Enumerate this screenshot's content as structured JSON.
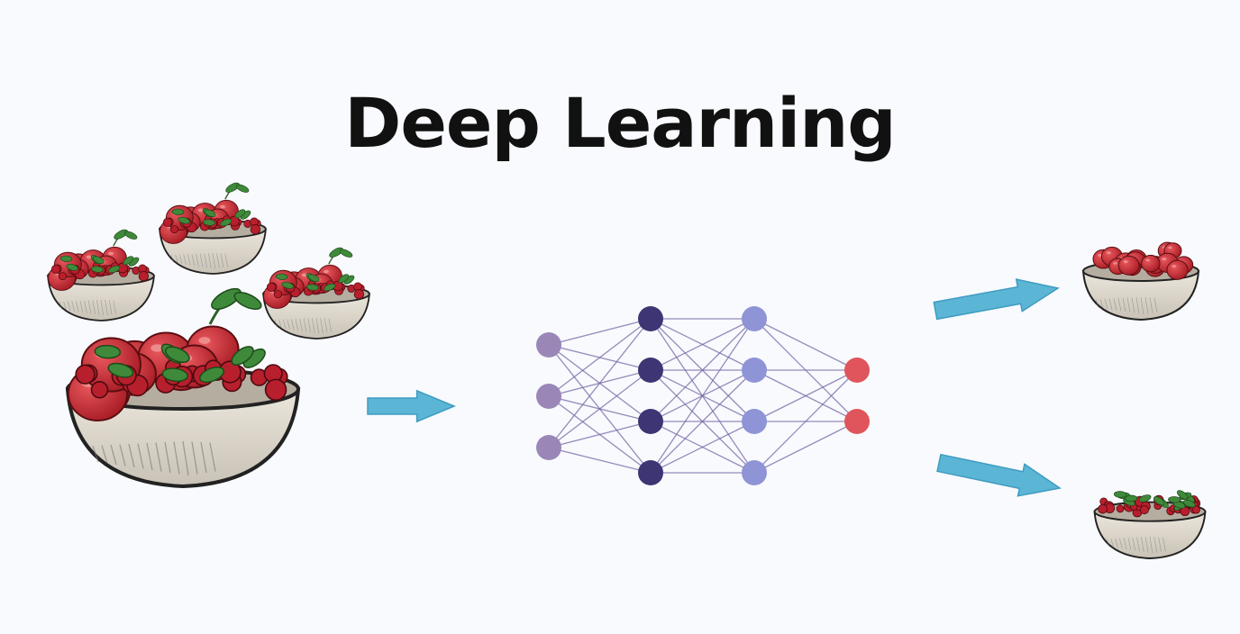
{
  "title": "Deep Learning",
  "colors": {
    "background": "#f8fafd",
    "arrow": "#5bb6d6",
    "arrow_shade": "#3f9bc1",
    "input_node": "#9a87b8",
    "hidden1_node": "#3d3574",
    "hidden2_node": "#8f94d6",
    "output_node": "#e0555b",
    "edge": "#7466a6",
    "bowl_outer": "#dad4c9",
    "bowl_inner": "#b5ada0",
    "bowl_outline": "#222222",
    "tomato": "#c92a32",
    "cherry": "#b81f2c",
    "leaf": "#3f8a3a"
  },
  "network": {
    "layers": [
      3,
      4,
      4,
      2
    ]
  },
  "icons": {
    "input_bowls": "mixed-fruit-bowl-icon",
    "sorted_bowls": "sorted-fruit-bowl-icon",
    "arrows": "arrow-right-icon"
  }
}
